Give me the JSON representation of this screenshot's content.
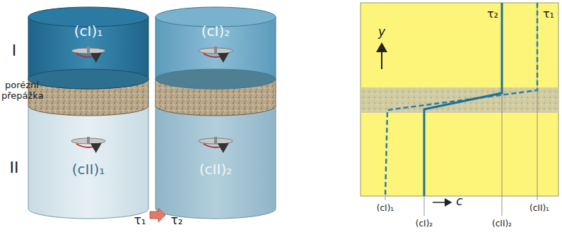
{
  "diagram": {
    "nodes": [
      {
        "text": [
          "(cI)₁"
        ]
      },
      {
        "text": [
          "(cII)₁"
        ]
      },
      {
        "text": [
          "(cI)₂"
        ]
      },
      {
        "text": [
          "(cII)₂"
        ]
      }
    ],
    "labels": [
      "I",
      "porézní přepážka",
      "II",
      "τ₁",
      "τ₂",
      "y",
      "c",
      "τ₂",
      "τ₁",
      "(cI)₁",
      "(cI)₂",
      "(cII)₂",
      "(cII)₁"
    ]
  }
}
